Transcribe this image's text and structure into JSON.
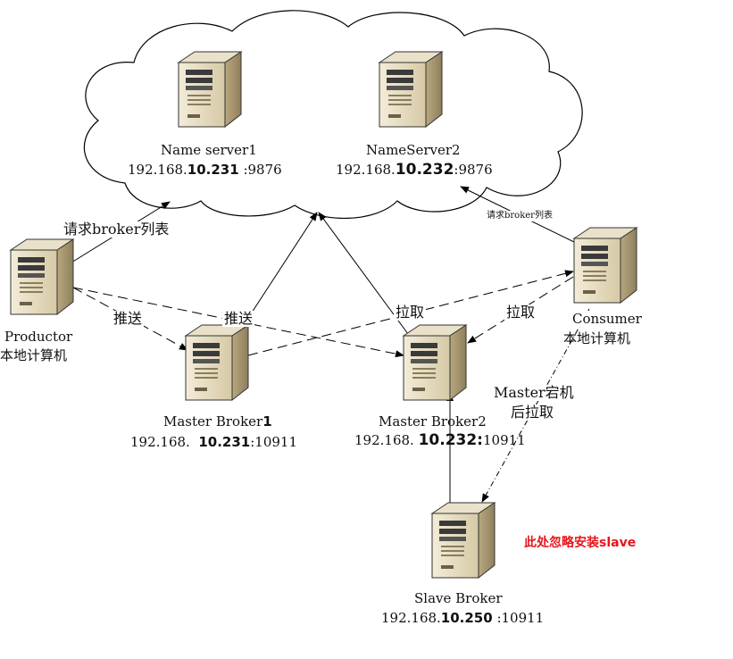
{
  "nodes": {
    "nameserver1": {
      "name": "Name server1",
      "ip_prefix": "192.168.",
      "ip_bold": "10.231",
      "ip_suffix": " :9876"
    },
    "nameserver2": {
      "name": "NameServer2",
      "ip_prefix": "192.168.",
      "ip_bold": "10.232",
      "ip_suffix": ":9876"
    },
    "producer": {
      "name": "Productor",
      "sub": "本地计算机"
    },
    "consumer": {
      "name": "Consumer",
      "sub": "本地计算机"
    },
    "master1": {
      "name": "Master Broker",
      "name_bold": "1",
      "ip_prefix": "192.168.",
      "ip_bold": "10.231",
      "ip_suffix": ":10911"
    },
    "master2": {
      "name": "Master Broker2",
      "ip_prefix": "192.168.",
      "ip_bold": "10.232:",
      "ip_suffix": "10911"
    },
    "slave": {
      "name": "Slave Broker",
      "ip_prefix": "192.168.",
      "ip_bold": "10.250",
      "ip_suffix": " :10911"
    }
  },
  "edges": {
    "producer_request": "请求broker列表",
    "consumer_request": "请求broker列表",
    "push1": "推送",
    "push2": "推送",
    "pull1": "拉取",
    "pull2": "拉取",
    "failover_line1": "Master宕机",
    "failover_line2": "后拉取"
  },
  "note": "此处忽略安装slave"
}
